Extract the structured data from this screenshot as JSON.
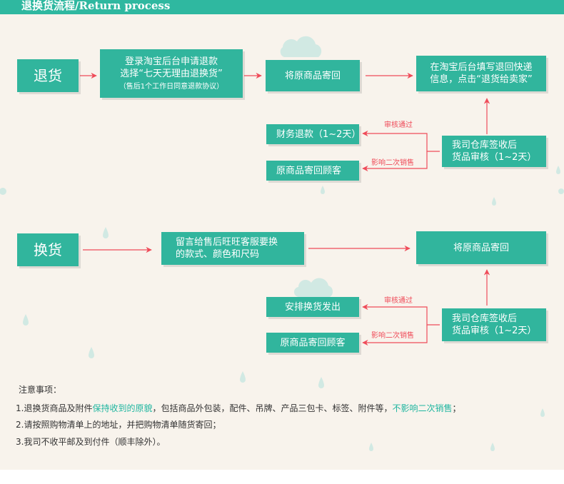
{
  "header": {
    "title": "退换货流程/Return process"
  },
  "colors": {
    "box": "#31b59d",
    "arrow": "#ef4b59",
    "header": "#2fb8a0",
    "highlight": "#1fb6a0",
    "background": "#f8f3ec"
  },
  "return_flow": {
    "label": "退货",
    "apply": {
      "line1": "登录淘宝后台申请退款",
      "line2": "选择“七天无理由退换货”",
      "note": "（售后1个工作日同意退款协议）"
    },
    "ship_back": "将原商品寄回",
    "fill_info": {
      "line1": "在淘宝后台填写退回快递",
      "line2": "信息，点击“退货给卖家”"
    },
    "warehouse": {
      "line1": "我司仓库签收后",
      "line2": "货品审核（1~2天）"
    },
    "refund": "财务退款（1~2天）",
    "send_back": "原商品寄回顾客",
    "approved_label": "审核通过",
    "affects_label": "影响二次销售"
  },
  "exchange_flow": {
    "label": "换货",
    "message": {
      "line1": "留言给售后旺旺客服要换",
      "line2": "的款式、颜色和尺码"
    },
    "ship_back": "将原商品寄回",
    "warehouse": {
      "line1": "我司仓库签收后",
      "line2": "货品审核（1~2天）"
    },
    "arrange": "安排换货发出",
    "send_back": "原商品寄回顾客",
    "approved_label": "审核通过",
    "affects_label": "影响二次销售"
  },
  "notes": {
    "title": "注意事项：",
    "n1": {
      "a": "1.退换货商品及附件",
      "b": "保持收到的原貌",
      "c": "，包括商品外包装，配件、吊牌、产品三包卡、标签、附件等，",
      "d": "不影响二次销售",
      "e": "；"
    },
    "n2": "2.请按照购物清单上的地址，并把购物清单随货寄回；",
    "n3": "3.我司不收平邮及到付件（顺丰除外）。"
  }
}
